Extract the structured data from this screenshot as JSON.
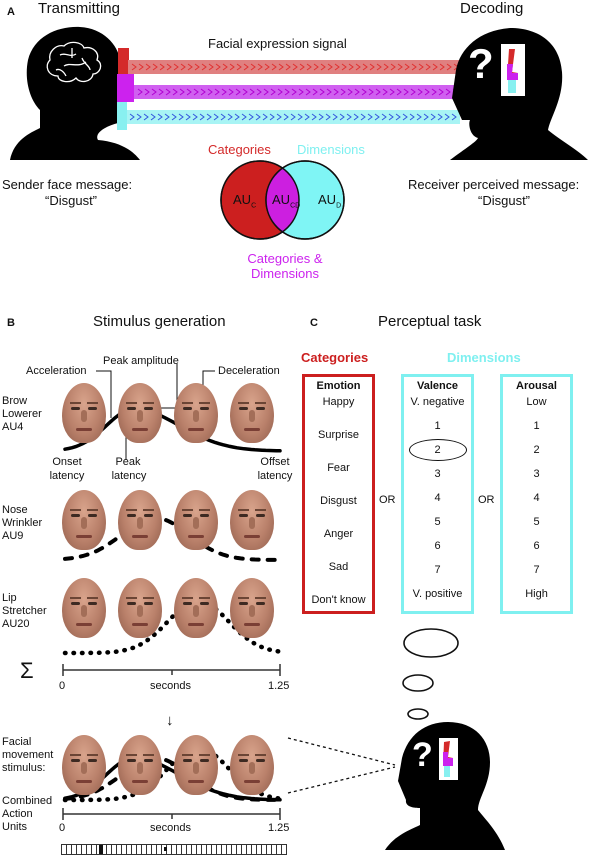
{
  "panel_a": {
    "letter": "A",
    "transmitting": "Transmitting",
    "decoding": "Decoding",
    "signal_label": "Facial expression signal",
    "sender_label": "Sender face message:",
    "sender_message": "“Disgust”",
    "receiver_label": "Receiver perceived message:",
    "receiver_message": "“Disgust”",
    "question_mark": "?",
    "signal_bands": [
      {
        "name": "categories",
        "color": "#d42a2a",
        "band_color": "#e08080",
        "chevron_color": "#e03030"
      },
      {
        "name": "categories-dimensions",
        "color": "#cc22ee",
        "band_color": "#d060f0",
        "chevron_color": "#b000d0"
      },
      {
        "name": "dimensions",
        "color": "#77eeee",
        "band_color": "#a8f4f4",
        "chevron_color": "#3355dd"
      }
    ],
    "venn": {
      "categories_label": "Categories",
      "dimensions_label": "Dimensions",
      "both_label_line1": "Categories &",
      "both_label_line2": "Dimensions",
      "au_c": {
        "base": "AU",
        "sub": "C"
      },
      "au_cd": {
        "base": "AU",
        "sub": "CD"
      },
      "au_d": {
        "base": "AU",
        "sub": "D"
      },
      "colors": {
        "categories": "#cc1f1f",
        "dimensions": "#7ff5f5",
        "overlap": "#cc1fe0"
      }
    }
  },
  "panel_b": {
    "letter": "B",
    "title": "Stimulus generation",
    "annotations": {
      "acceleration": "Acceleration",
      "peak_amplitude": "Peak amplitude",
      "deceleration": "Deceleration",
      "onset_latency_1": "Onset",
      "onset_latency_2": "latency",
      "peak_latency_1": "Peak",
      "peak_latency_2": "latency",
      "offset_latency_1": "Offset",
      "offset_latency_2": "latency"
    },
    "action_units": [
      {
        "line1": "Brow",
        "line2": "Lowerer",
        "line3": "AU4",
        "line_style": "solid"
      },
      {
        "line1": "Nose",
        "line2": "Wrinkler",
        "line3": "AU9",
        "line_style": "dashed"
      },
      {
        "line1": "Lip",
        "line2": "Stretcher",
        "line3": "AU20",
        "line_style": "dotted"
      }
    ],
    "sum_symbol": "Σ",
    "axis": {
      "start": "0",
      "label": "seconds",
      "end": "1.25"
    },
    "arrow": "↓",
    "combined": {
      "line1": "Facial",
      "line2": "movement",
      "line3": "stimulus:",
      "line4": "Combined",
      "line5": "Action",
      "line6": "Units"
    },
    "axis2": {
      "start": "0",
      "label": "seconds",
      "end": "1.25"
    }
  },
  "panel_c": {
    "letter": "C",
    "title": "Perceptual task",
    "categories_header": "Categories",
    "dimensions_header": "Dimensions",
    "or_label": "OR",
    "emotion": {
      "title": "Emotion",
      "items": [
        "Happy",
        "Surprise",
        "Fear",
        "Disgust",
        "Anger",
        "Sad",
        "Don't know"
      ]
    },
    "valence": {
      "title": "Valence",
      "items": [
        "V. negative",
        "1",
        "2",
        "3",
        "4",
        "5",
        "6",
        "7",
        "V. positive"
      ],
      "selected": "2"
    },
    "arousal": {
      "title": "Arousal",
      "items": [
        "Low",
        "1",
        "2",
        "3",
        "4",
        "5",
        "6",
        "7",
        "High"
      ]
    },
    "colors": {
      "categories": "#cc1f1f",
      "dimensions": "#7ff0f0"
    }
  }
}
